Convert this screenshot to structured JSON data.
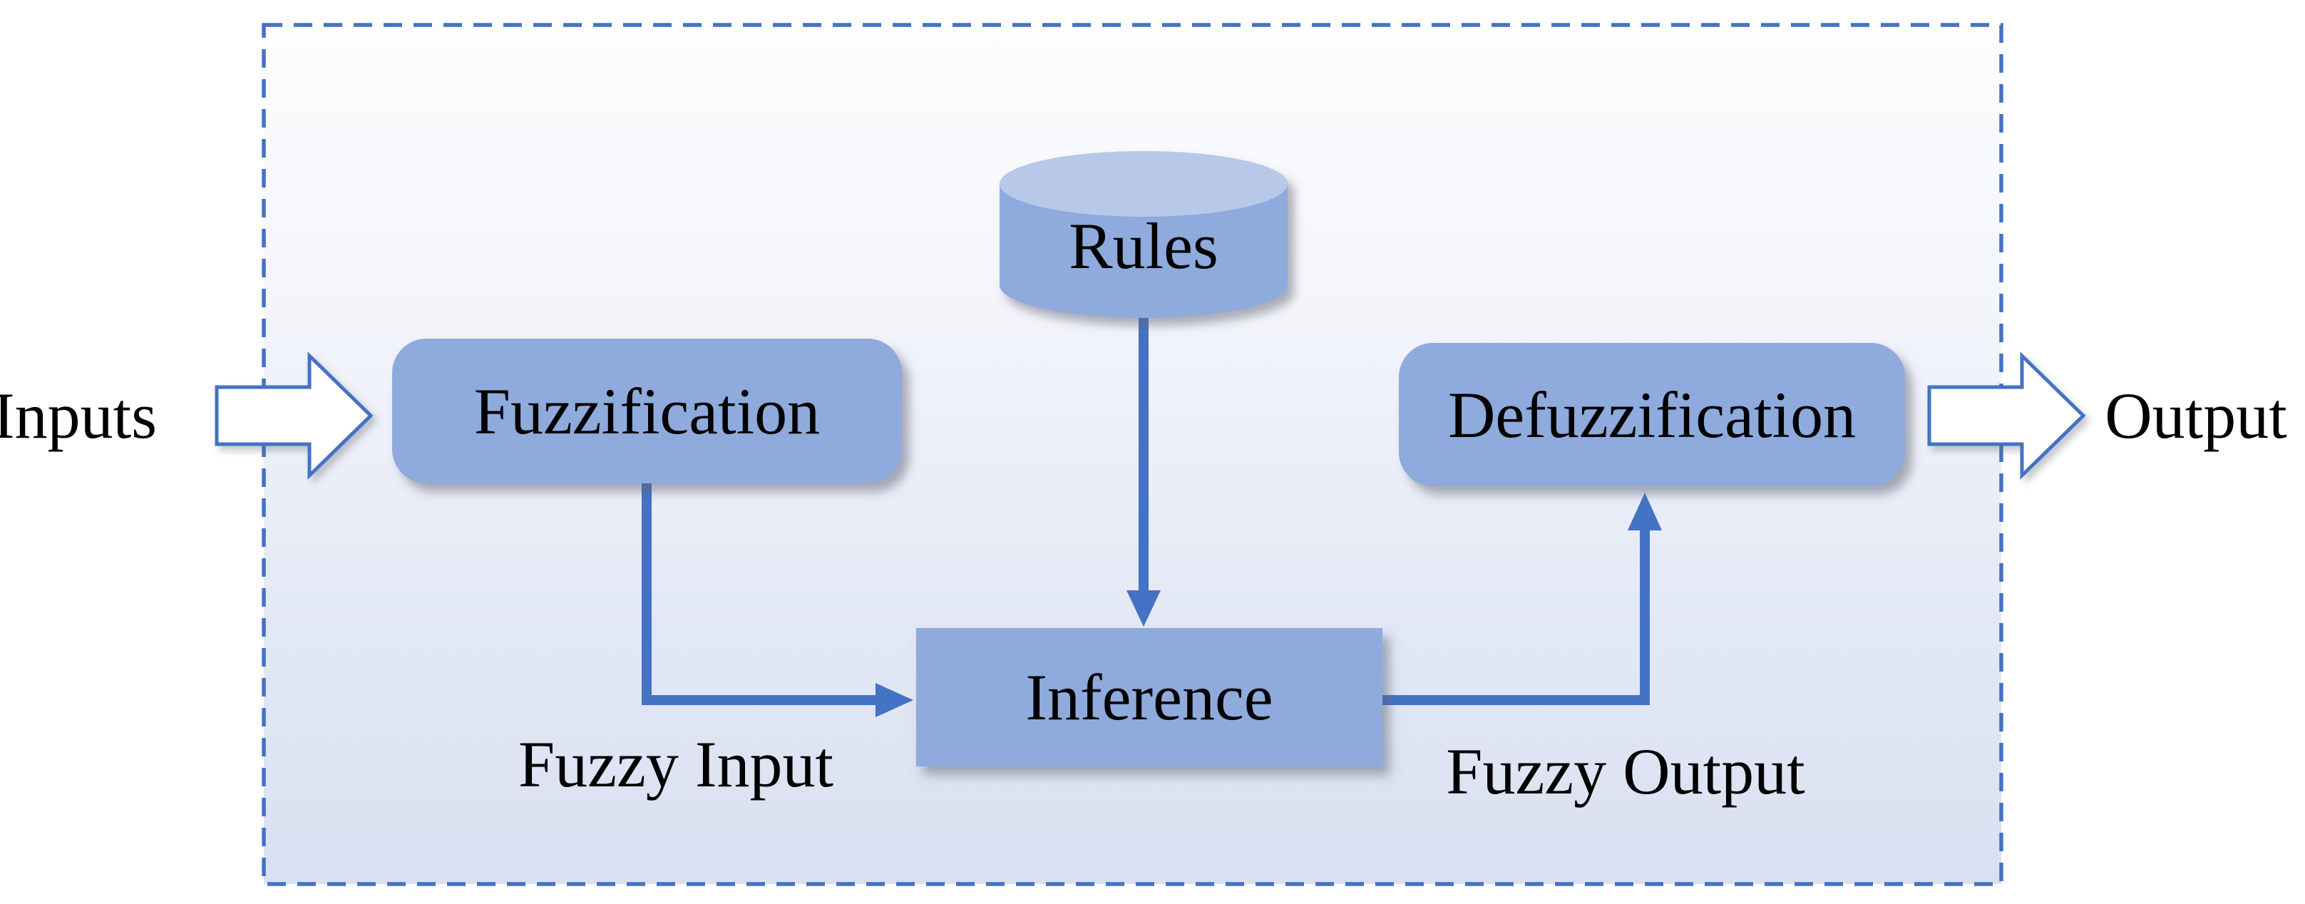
{
  "figure": {
    "type": "flowchart",
    "description": "Fuzzy logic system block diagram"
  },
  "nodes": {
    "inputs": "Inputs",
    "fuzzification": "Fuzzification",
    "rules": "Rules",
    "inference": "Inference",
    "defuzzification": "Defuzzification",
    "output": "Output"
  },
  "edge_labels": {
    "fuzzy_input": "Fuzzy Input",
    "fuzzy_output": "Fuzzy Output"
  },
  "connections": [
    {
      "from": "Inputs",
      "to": "Fuzzification",
      "style": "white-block-arrow"
    },
    {
      "from": "Fuzzification",
      "to": "Inference",
      "style": "elbow-arrow",
      "label": "Fuzzy Input"
    },
    {
      "from": "Rules",
      "to": "Inference",
      "style": "straight-arrow"
    },
    {
      "from": "Inference",
      "to": "Defuzzification",
      "style": "elbow-arrow",
      "label": "Fuzzy Output"
    },
    {
      "from": "Defuzzification",
      "to": "Output",
      "style": "white-block-arrow"
    }
  ],
  "colors": {
    "node_fill": "#8FAADC",
    "cylinder_top": "#B7C8E9",
    "connector": "#4472C4",
    "boundary_border": "#4472C4",
    "background_top": "#FDFDFE",
    "background_bottom": "#D9E0F1",
    "block_arrow_fill": "#FFFFFF",
    "text": "#000000"
  }
}
